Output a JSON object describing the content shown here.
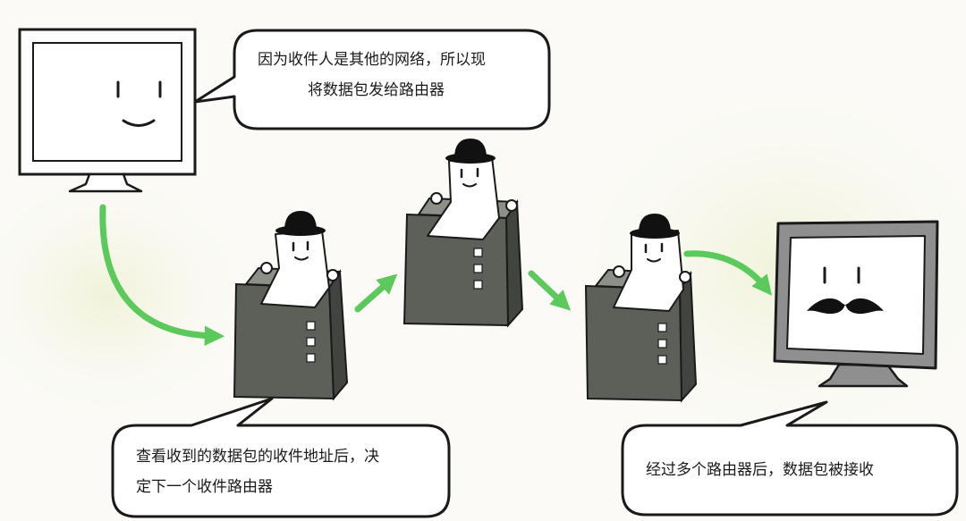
{
  "colors": {
    "arrow": "#5cc95c",
    "router_body": "#5d6058",
    "router_body_dark": "#42453f",
    "router_top": "#8c9089",
    "monitor_gray": "#8f8f8f",
    "outline": "#1a1a1a",
    "page_bg": "#fbfaf6",
    "glow": "#f3f3dc"
  },
  "icons": {
    "sender": "smiling-computer-monitor-icon",
    "router": "router-box-with-bowler-hat-figure-icon",
    "receiver": "mustache-computer-monitor-icon",
    "arrow": "green-curved-arrow-icon"
  },
  "bubbles": {
    "sender": {
      "line1": "因为收件人是其他的网络，所以现",
      "line2": "将数据包发给路由器"
    },
    "router": {
      "line1": "查看收到的数据包的收件地址后，决",
      "line2": "定下一个收件路由器"
    },
    "receiver": {
      "line1": "经过多个路由器后，数据包被接收"
    }
  }
}
